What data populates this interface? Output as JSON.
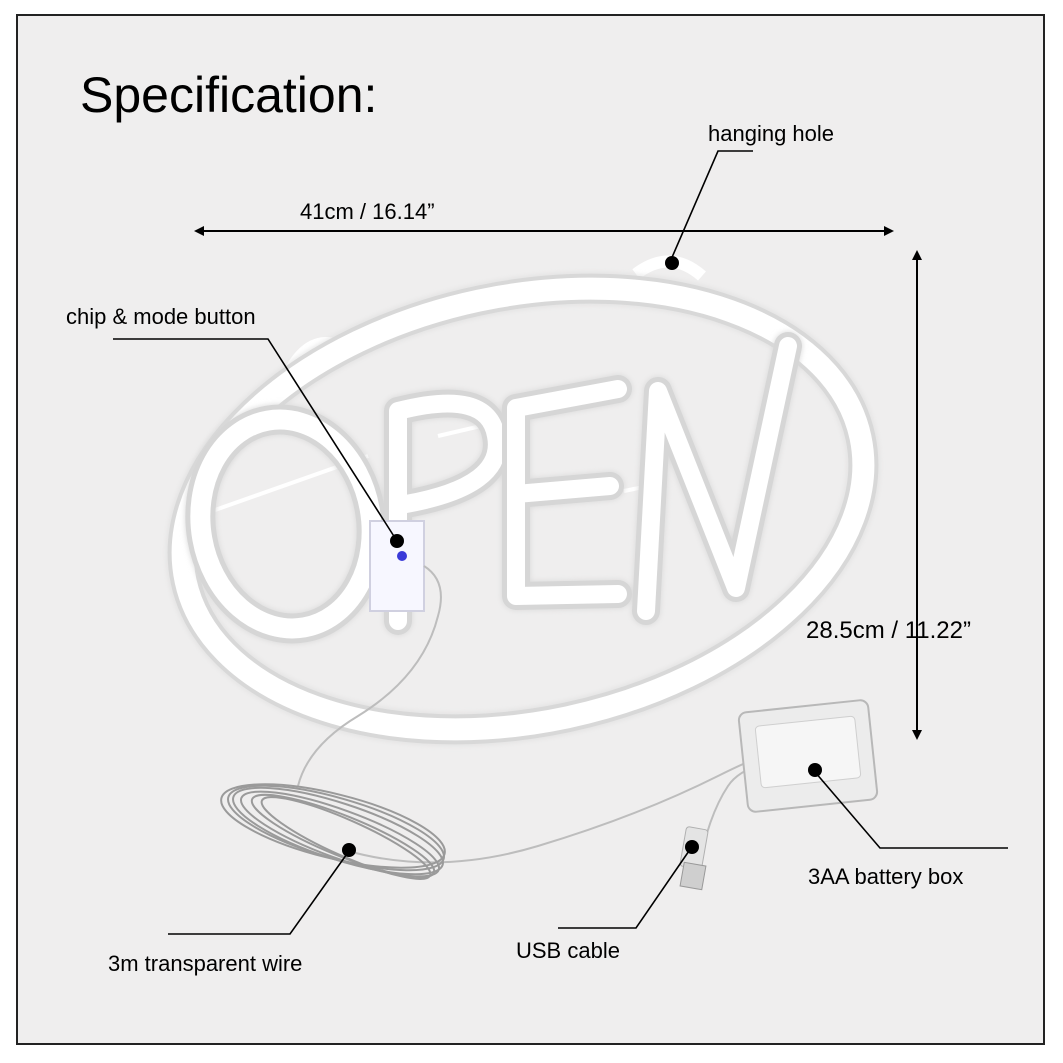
{
  "title": "Specification:",
  "dimensions": {
    "width": "41cm / 16.14”",
    "height": "28.5cm / 11.22”"
  },
  "callouts": {
    "hanging_hole": "hanging hole",
    "chip_mode_button": "chip & mode button",
    "battery_box": "3AA battery box",
    "usb_cable": "USB cable",
    "wire": "3m transparent wire"
  },
  "sign": {
    "letters": "OPEN",
    "neon_color": "#ffffff",
    "indicator_color": "#3a3ad8"
  },
  "colors": {
    "background": "#efeeee",
    "ink": "#000000"
  }
}
